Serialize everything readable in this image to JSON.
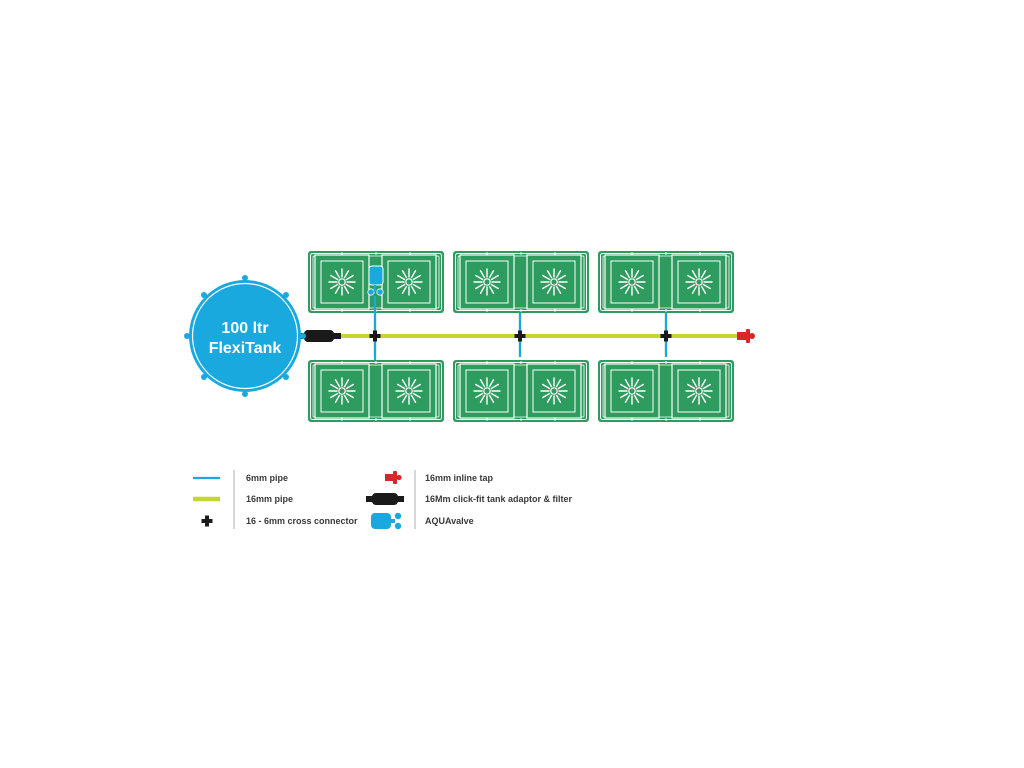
{
  "tank": {
    "line1": "100 ltr",
    "line2": "FlexiTank"
  },
  "layout_summary": {
    "systems": 6,
    "rows": 2,
    "columns": 3,
    "pots_per_system": 2
  },
  "colors": {
    "tray_green": "#2e9b5f",
    "pipe_6mm": "#1aa9df",
    "pipe_16mm": "#c6d630",
    "tank_blue": "#1aa9df",
    "cross_connector": "#1a1a1a",
    "tap_red": "#d8262b",
    "adaptor_black": "#1a1a1a"
  },
  "legend": {
    "items": [
      {
        "icon": "6mm-pipe-icon",
        "label": "6mm pipe"
      },
      {
        "icon": "16mm-pipe-icon",
        "label": "16mm pipe"
      },
      {
        "icon": "cross-connector-icon",
        "label": "16 - 6mm cross connector"
      },
      {
        "icon": "inline-tap-icon",
        "label": "16mm inline tap"
      },
      {
        "icon": "tank-adaptor-filter-icon",
        "label": "16Mm click-fit tank adaptor & filter"
      },
      {
        "icon": "aquavalve-icon",
        "label": "AQUAvalve"
      }
    ]
  }
}
